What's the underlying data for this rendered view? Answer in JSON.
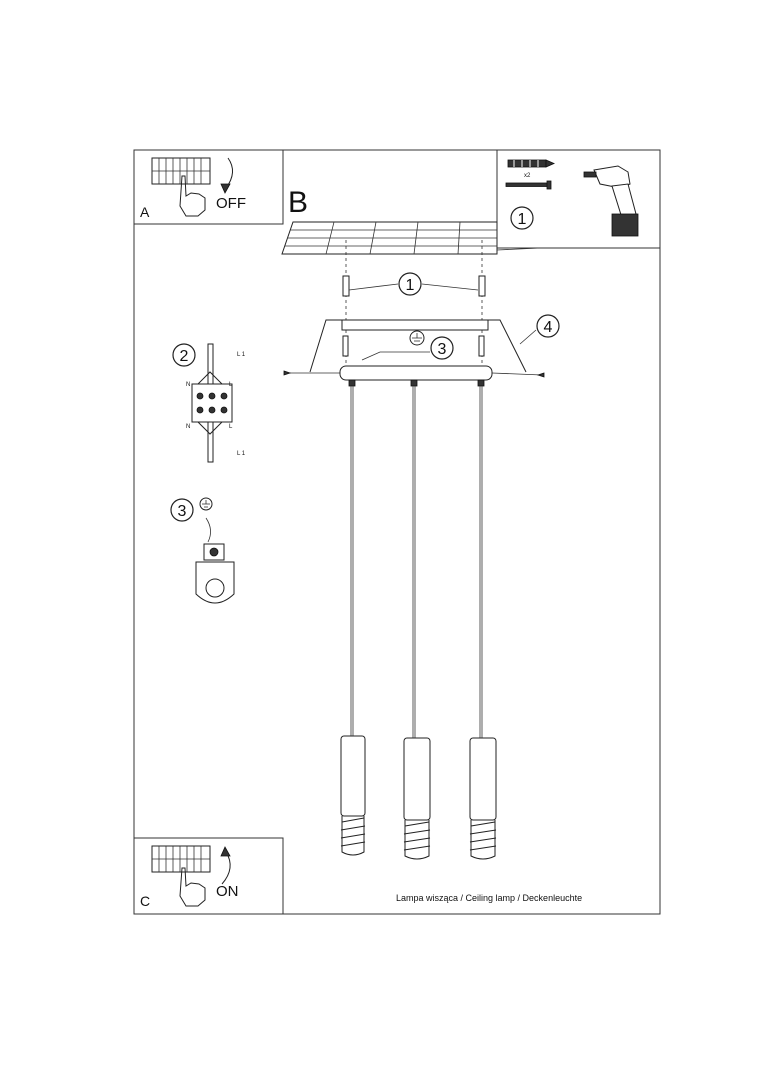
{
  "panels": {
    "a": {
      "letter": "A",
      "action": "OFF"
    },
    "b": {
      "letter": "B"
    },
    "c": {
      "letter": "C",
      "action": "ON"
    }
  },
  "tools": {
    "quantity": "x2",
    "step": "1"
  },
  "callouts": {
    "screws": "1",
    "canopy": "4",
    "ground": "3",
    "terminal": "2",
    "ground_detail": "3"
  },
  "terminal_labels": {
    "l1_top": "L 1",
    "l1_bottom": "L 1",
    "n_top": "N",
    "n_bottom": "N",
    "l_top": "L",
    "l_bottom": "L"
  },
  "caption": "Lampa wisząca / Ceiling lamp / Deckenleuchte",
  "lamp": {
    "pendant_count": 3
  }
}
